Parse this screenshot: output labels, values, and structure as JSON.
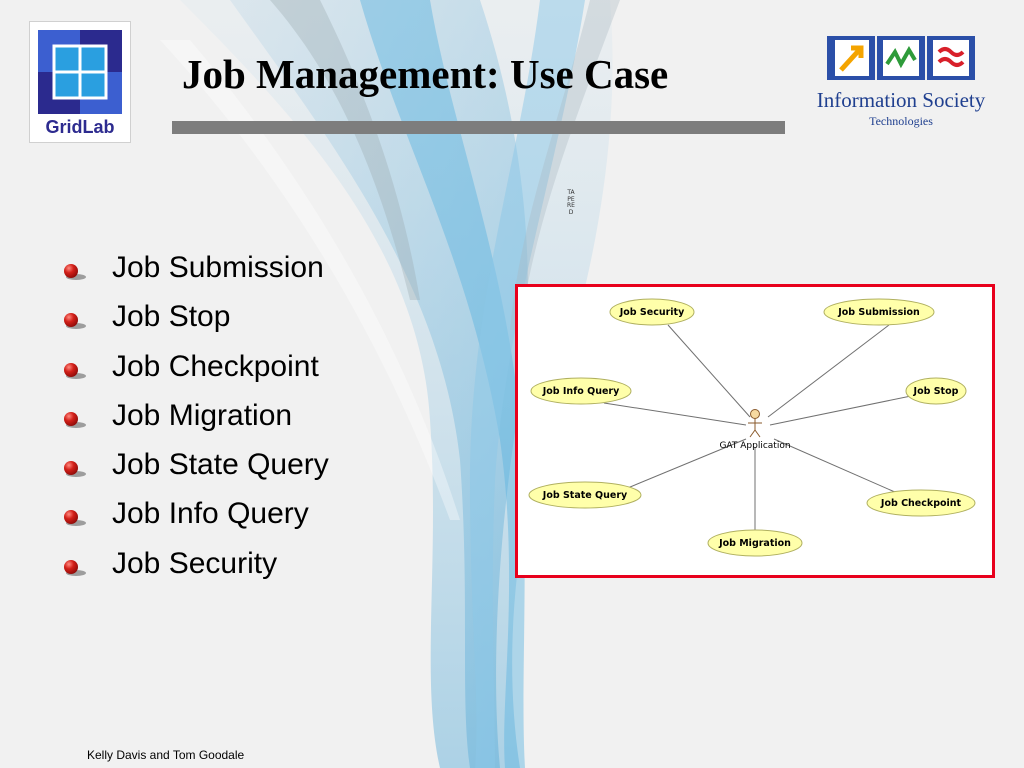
{
  "slide": {
    "title": "Job Management: Use Case",
    "footer": "Kelly Davis and Tom Goodale",
    "side_note": "TAPERED"
  },
  "logos": {
    "left": {
      "text": "GridLab",
      "color": "#2d2b8f"
    },
    "right": {
      "line1": "Information Society",
      "line2": "Technologies",
      "color": "#1f3f8f"
    }
  },
  "bullets": [
    "Job Submission",
    "Job Stop",
    "Job Checkpoint",
    "Job Migration",
    "Job State Query",
    "Job Info Query",
    "Job Security"
  ],
  "diagram": {
    "border_color": "#e8001c",
    "actor": "GAT Application",
    "use_cases": {
      "security": "Job Security",
      "submission": "Job Submission",
      "info_query": "Job Info Query",
      "stop": "Job Stop",
      "state_query": "Job State Query",
      "checkpoint": "Job Checkpoint",
      "migration": "Job Migration"
    },
    "ellipse_fill": "#ffffaa"
  }
}
